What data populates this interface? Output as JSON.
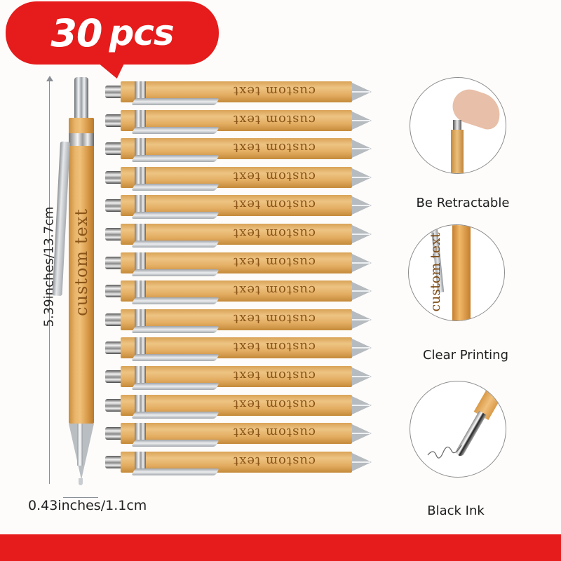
{
  "badge": {
    "count": "30",
    "unit": "pcs",
    "color": "#e61b1b"
  },
  "dimensions": {
    "length_label": "5.39inches/13.7cm",
    "width_label": "0.43inches/1.1cm"
  },
  "pen": {
    "engraving": "custom text",
    "body_color": "#e8b46a",
    "count_shown": 14
  },
  "pens": [
    {
      "label": "custom text"
    },
    {
      "label": "custom text"
    },
    {
      "label": "custom text"
    },
    {
      "label": "custom text"
    },
    {
      "label": "custom text"
    },
    {
      "label": "custom text"
    },
    {
      "label": "custom text"
    },
    {
      "label": "custom text"
    },
    {
      "label": "custom text"
    },
    {
      "label": "custom text"
    },
    {
      "label": "custom text"
    },
    {
      "label": "custom text"
    },
    {
      "label": "custom text"
    },
    {
      "label": "custom text"
    }
  ],
  "features": [
    {
      "label": "Be Retractable",
      "icon": "finger-press-icon"
    },
    {
      "label": "Clear Printing",
      "icon": "engraved-pen-icon"
    },
    {
      "label": "Black Ink",
      "icon": "pen-tip-icon"
    }
  ],
  "bottom_band": {
    "color": "#e61b1b"
  }
}
